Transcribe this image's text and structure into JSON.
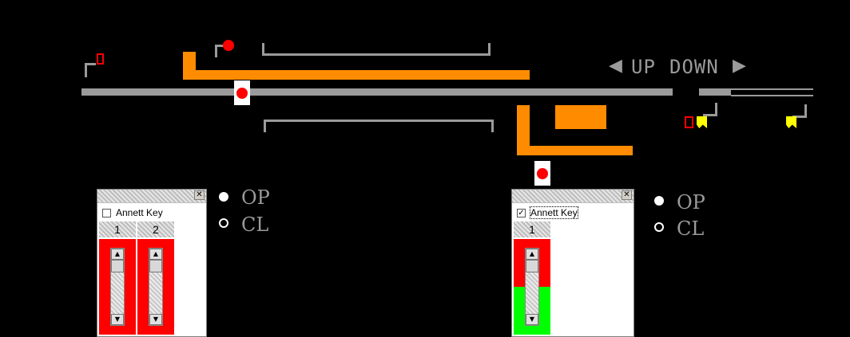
{
  "direction": {
    "left_arrow": "◀",
    "up_label": "UP",
    "down_label": "DOWN",
    "right_arrow": "▶"
  },
  "levers_left": {
    "op_label": "OP",
    "cl_label": "CL",
    "op_selected": true
  },
  "levers_right": {
    "op_label": "OP",
    "cl_label": "CL",
    "op_selected": true
  },
  "panel_left": {
    "annett_label": "Annett Key",
    "annett_checked": false,
    "close_symbol": "✕",
    "levers": [
      {
        "number": "1",
        "state": "red"
      },
      {
        "number": "2",
        "state": "red"
      }
    ]
  },
  "panel_right": {
    "annett_label": "Annett Key",
    "annett_checked": true,
    "close_symbol": "✕",
    "levers": [
      {
        "number": "1",
        "state": "red-green"
      }
    ]
  },
  "colors": {
    "track": "#9a9a9a",
    "occupied": "#ff8c00",
    "signal_danger": "#ff0000",
    "signal_caution": "#ffff00",
    "lever_clear": "#00ff00"
  }
}
